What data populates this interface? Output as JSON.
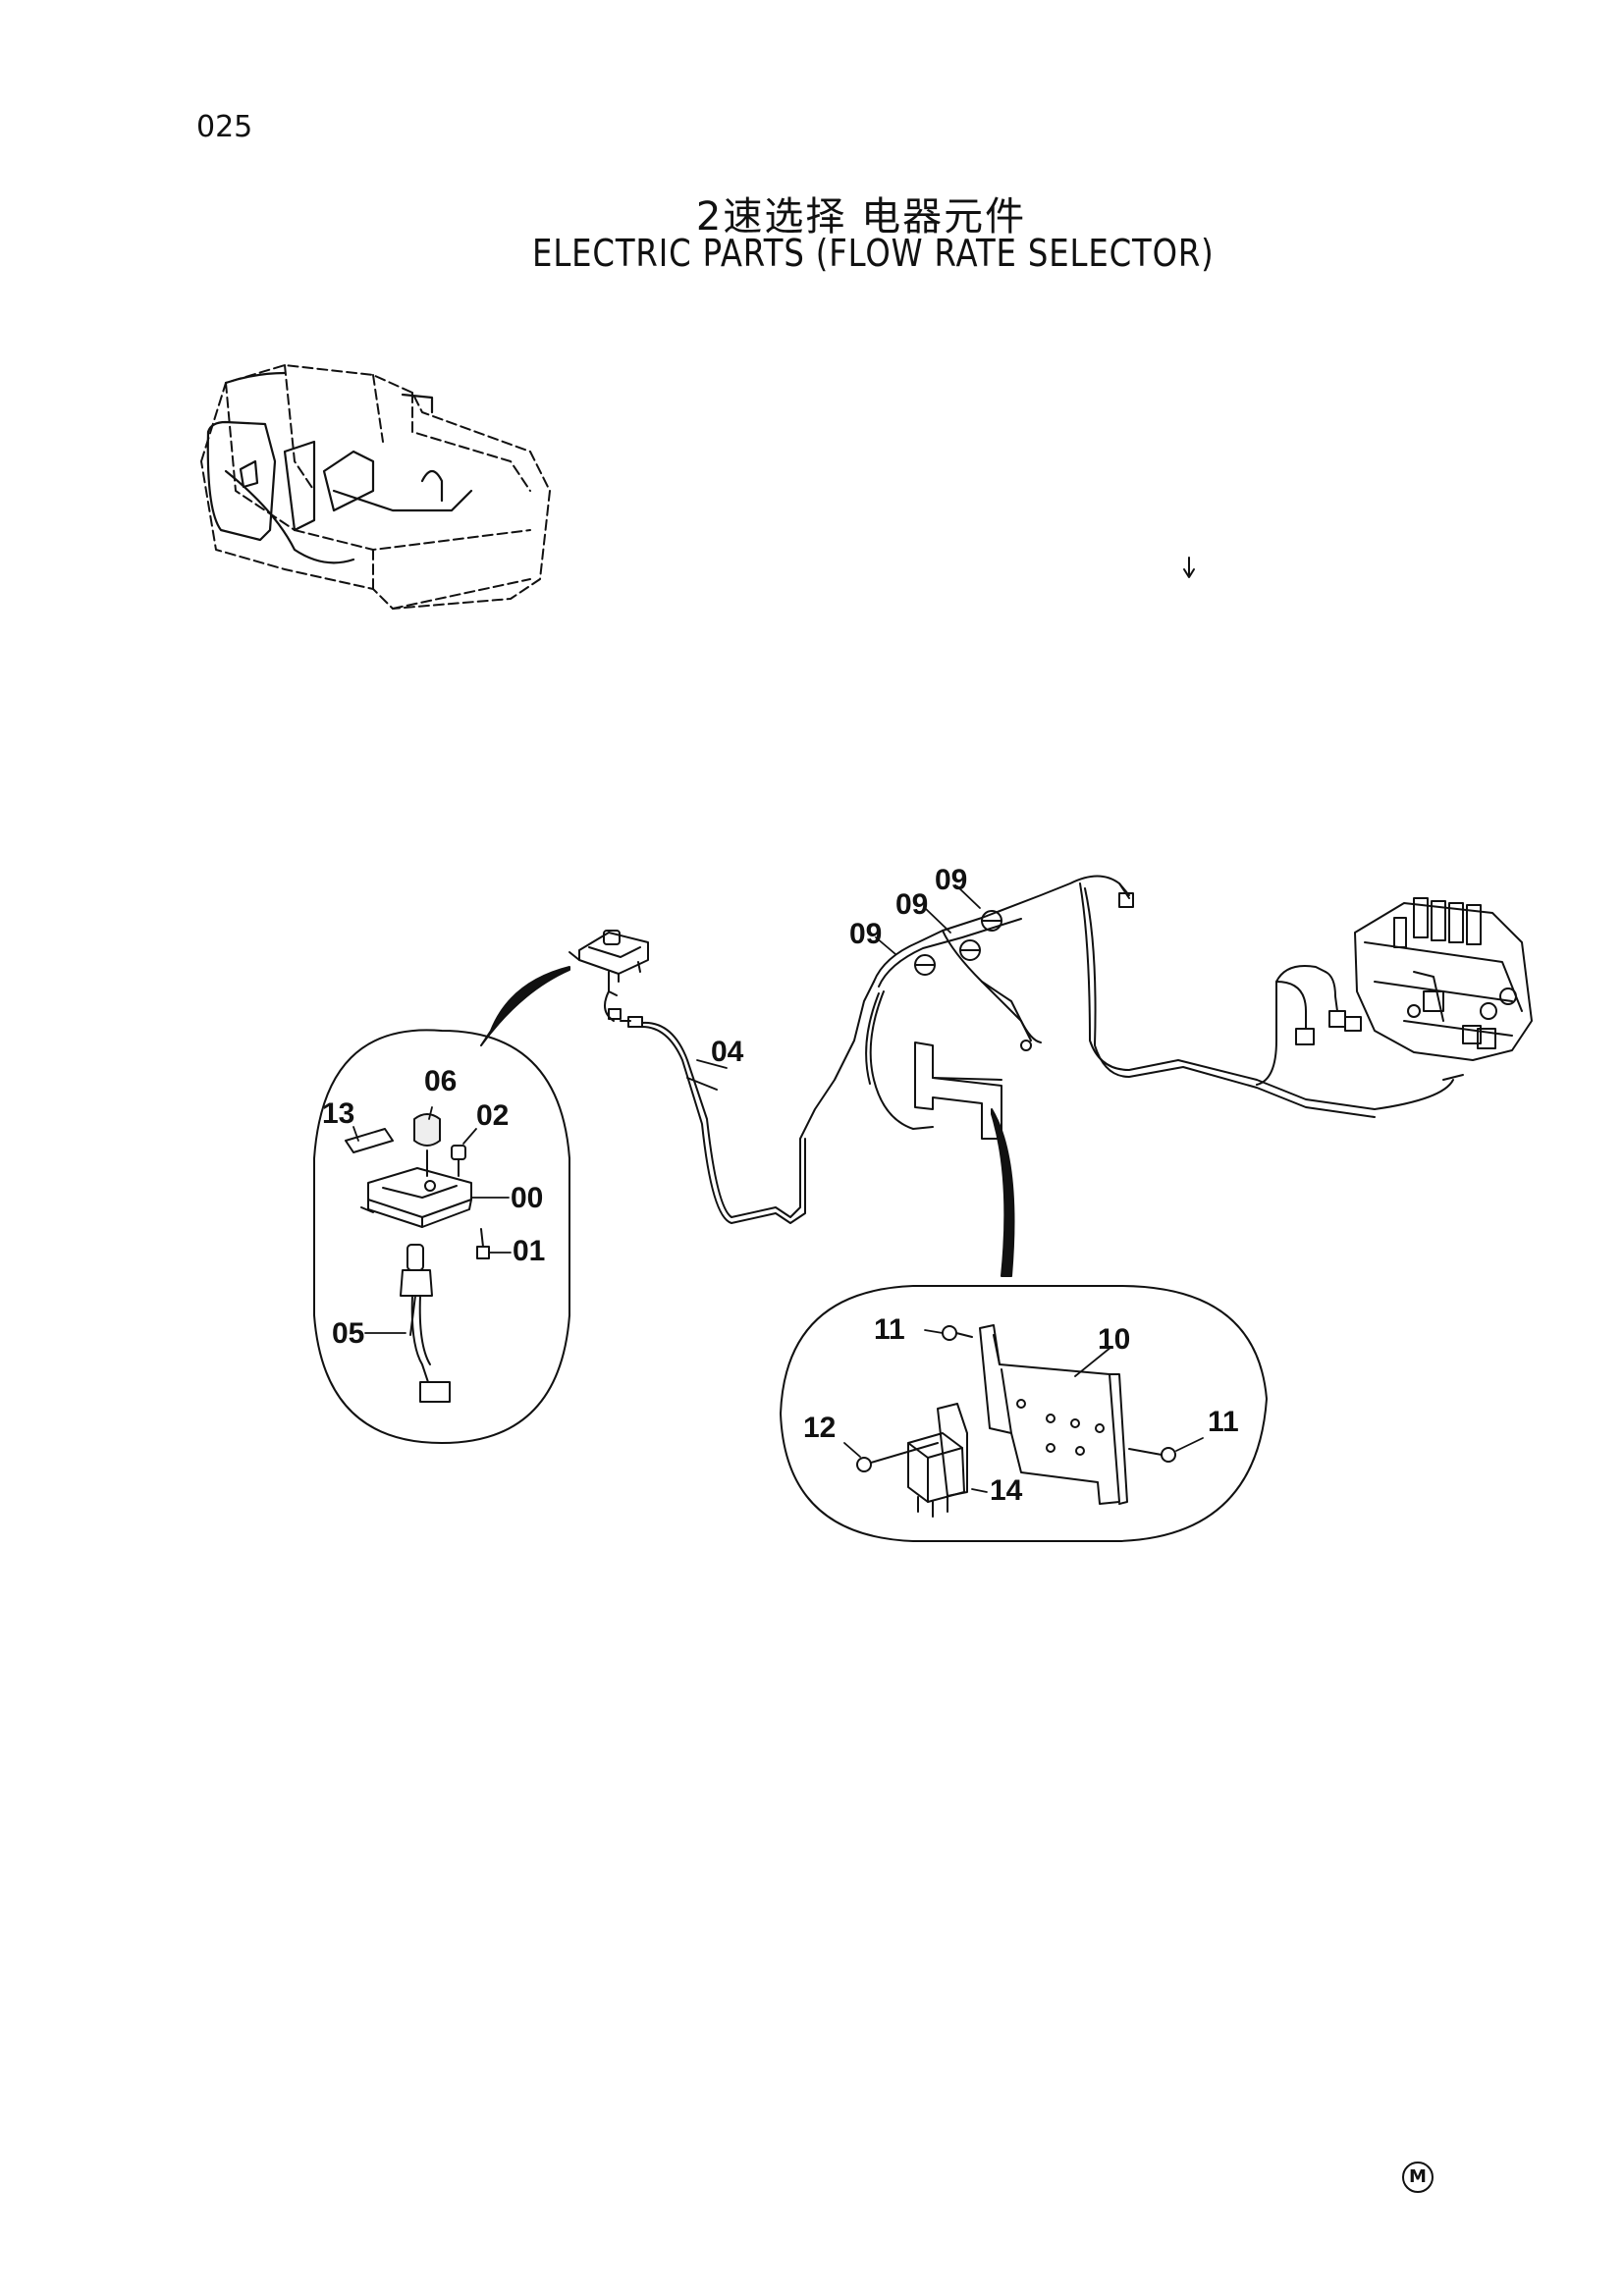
{
  "page_number": "025",
  "title_cn": "2速选择 电器元件",
  "title_en": "ELECTRIC PARTS (FLOW RATE SELECTOR)",
  "callouts": {
    "c06": "06",
    "c02": "02",
    "c13": "13",
    "c00": "00",
    "c01": "01",
    "c05": "05",
    "c04": "04",
    "c09a": "09",
    "c09b": "09",
    "c09c": "09",
    "c10": "10",
    "c11a": "11",
    "c11b": "11",
    "c12": "12",
    "c14": "14"
  },
  "footer_mark": "M"
}
